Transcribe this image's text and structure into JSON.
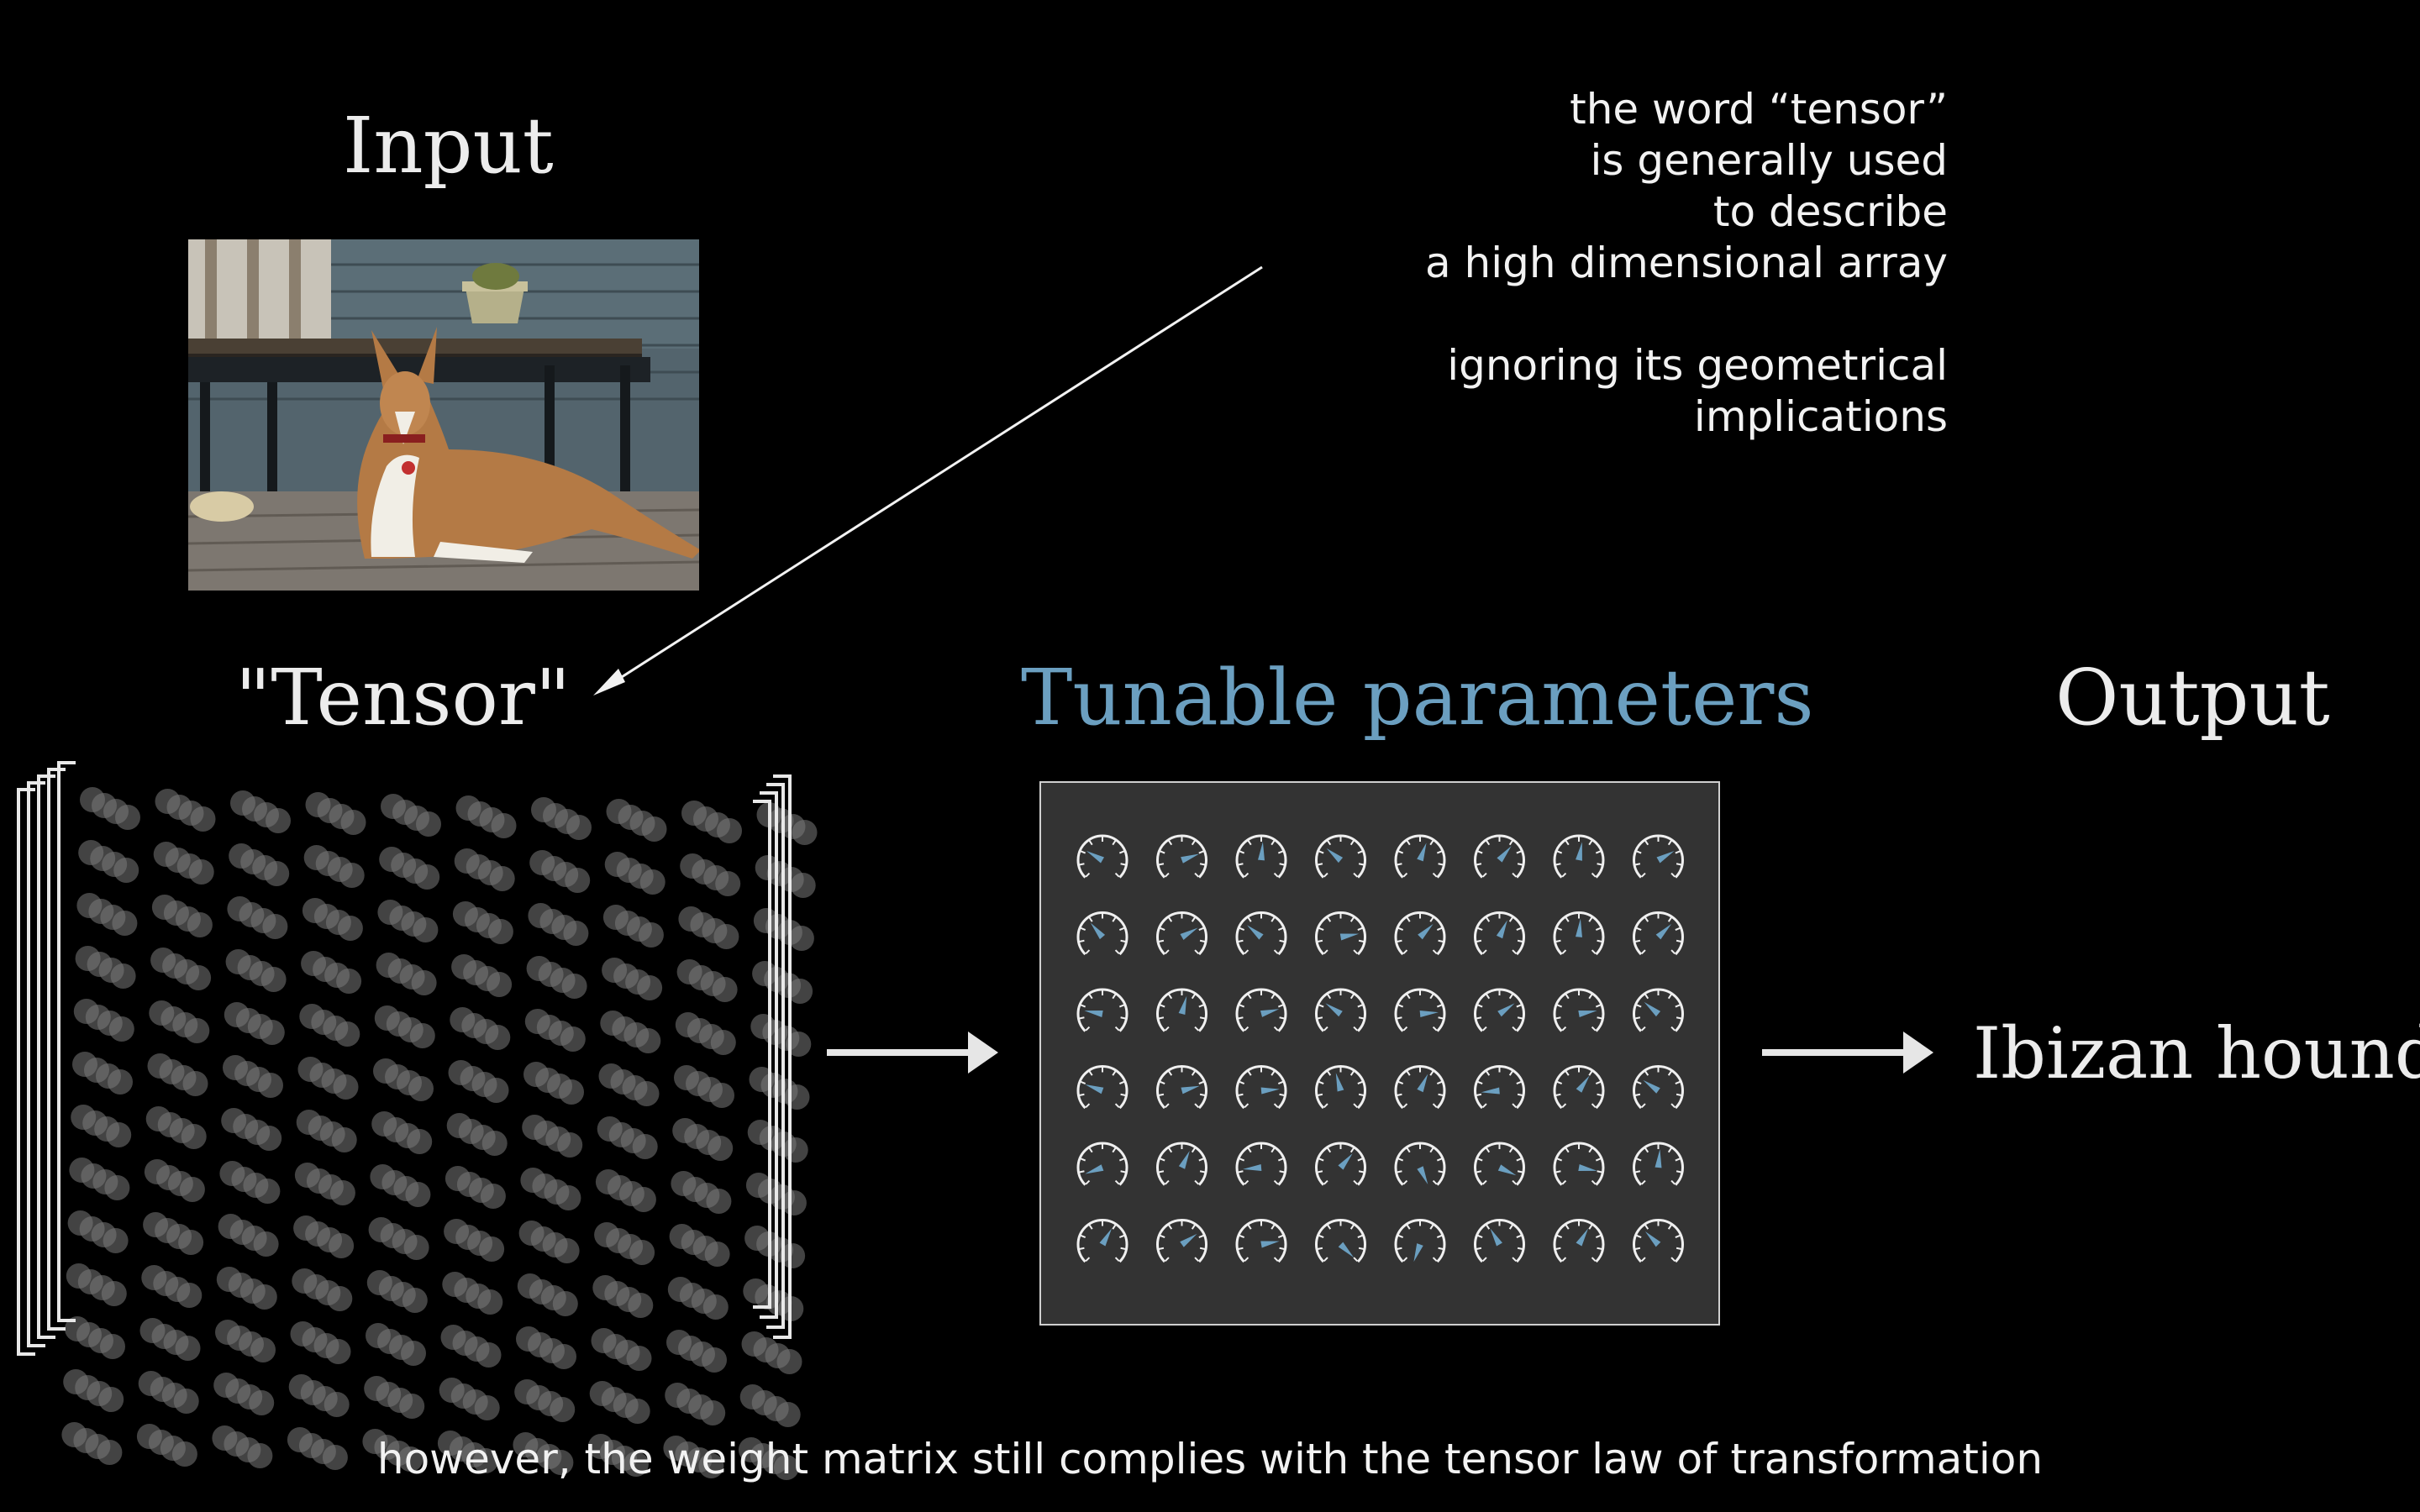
{
  "titles": {
    "input": "Input",
    "tensor": "\"Tensor\"",
    "tunable": "Tunable parameters",
    "output": "Output"
  },
  "output_label": "Ibizan hound",
  "note": {
    "lines_1": [
      "the word “tensor”",
      "is generally used",
      "to describe",
      "a high dimensional array"
    ],
    "lines_2": [
      "ignoring its geometrical",
      "implications"
    ]
  },
  "caption": "however, the weight matrix still complies with the  tensor law of transformation",
  "colors": {
    "background": "#000000",
    "text": "#ececec",
    "accent_blue": "#6b9fc0",
    "panel": "#333333"
  },
  "icons": {
    "input_image": "dog-photo",
    "arrows": "right-arrow-icon",
    "dials": "dial-gauge-icon"
  },
  "dials": {
    "rows": 6,
    "cols": 8,
    "needle_angles": [
      [
        -60,
        70,
        5,
        -50,
        20,
        40,
        10,
        60
      ],
      [
        -40,
        60,
        -50,
        80,
        45,
        25,
        5,
        45
      ],
      [
        -80,
        15,
        75,
        -55,
        85,
        55,
        80,
        -50
      ],
      [
        -70,
        75,
        85,
        -15,
        25,
        -95,
        35,
        -55
      ],
      [
        -110,
        25,
        -95,
        40,
        155,
        115,
        100,
        5
      ],
      [
        30,
        55,
        80,
        135,
        -160,
        -30,
        30,
        -45
      ]
    ]
  },
  "tensor": {
    "columns": 10,
    "rows": 13,
    "depth": 4
  }
}
